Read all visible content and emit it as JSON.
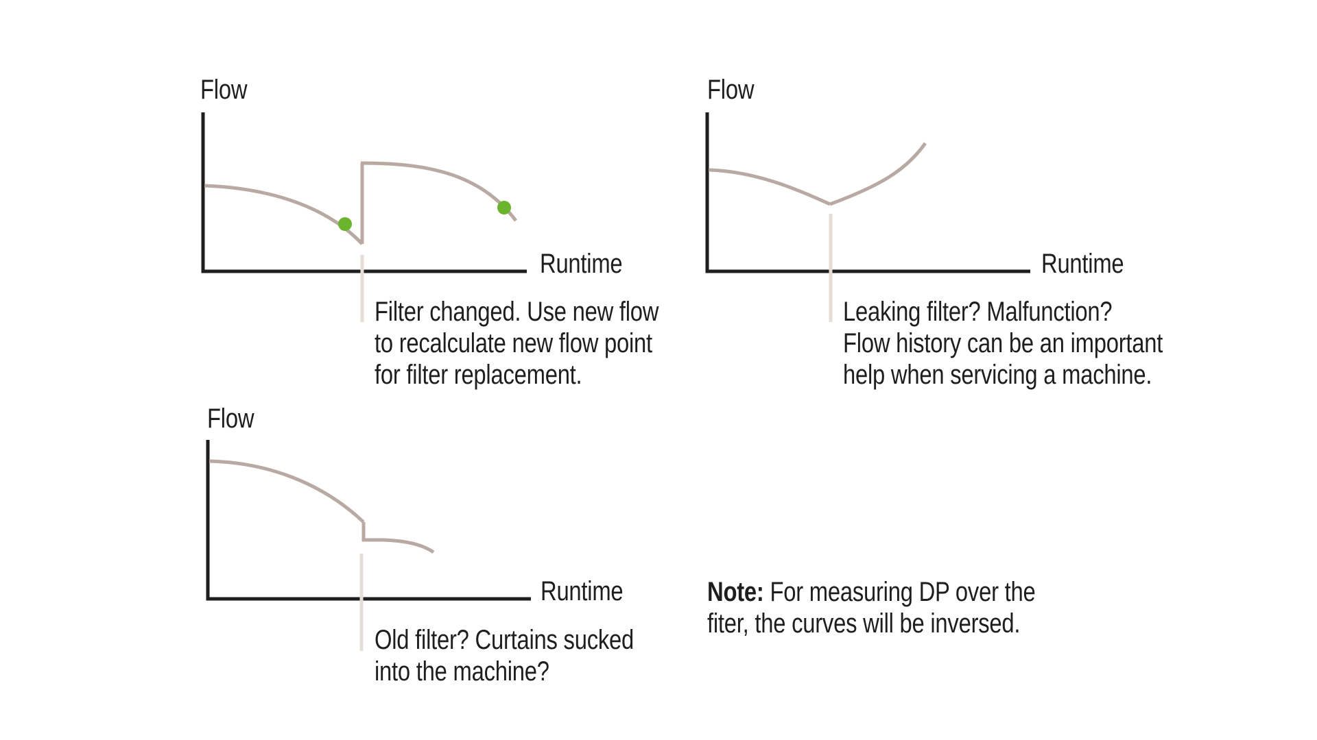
{
  "colors": {
    "axis": "#1e1e1e",
    "curve": "#b9a9a3",
    "marker_line": "#e6ddd9",
    "point": "#6ab42e",
    "text": "#1e1e1e",
    "background": "#ffffff"
  },
  "panels": [
    {
      "id": "filter-changed",
      "y_label": "Flow",
      "x_label": "Runtime",
      "caption_lines": [
        "Filter changed. Use new flow",
        "to recalculate new flow point",
        "for filter replacement."
      ]
    },
    {
      "id": "leaking-filter",
      "y_label": "Flow",
      "x_label": "Runtime",
      "caption_lines": [
        "Leaking filter? Malfunction?",
        "Flow history can be an important",
        "help when servicing a machine."
      ]
    },
    {
      "id": "old-filter",
      "y_label": "Flow",
      "x_label": "Runtime",
      "caption_lines": [
        "Old filter? Curtains sucked",
        "into the machine?"
      ]
    }
  ],
  "note": {
    "label": "Note:",
    "line1": " For measuring DP over the",
    "line2": "fiter, the curves will be inversed."
  }
}
